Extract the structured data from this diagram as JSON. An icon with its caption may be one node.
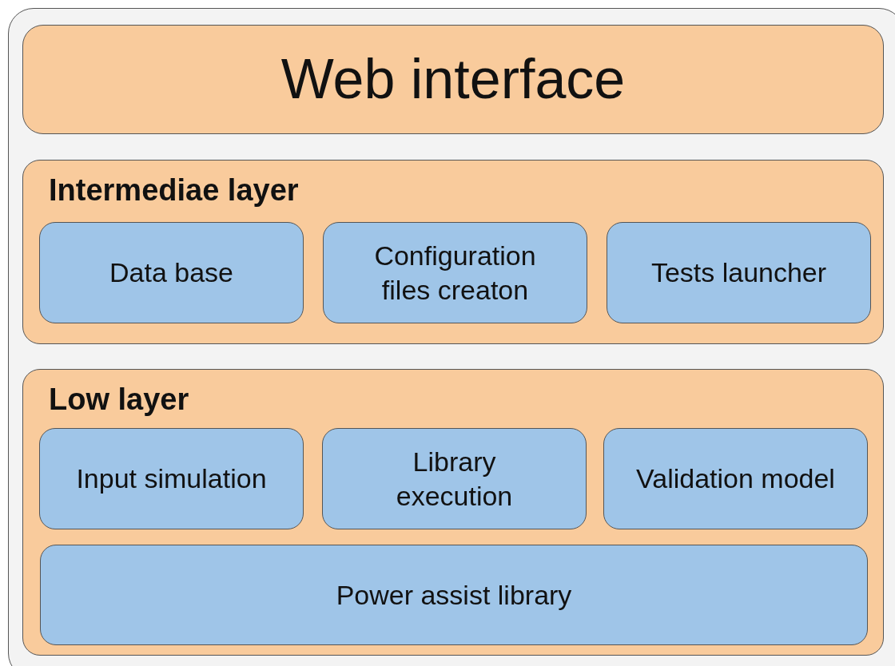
{
  "diagram": {
    "nodes": [
      {
        "text": [],
        "shape": "box"
      },
      {
        "text": [
          "Web interface"
        ],
        "in": 0
      },
      {
        "text": [
          "Intermediae layer"
        ],
        "in": 0
      },
      {
        "text": [
          "Data base"
        ],
        "in": 2
      },
      {
        "text": [
          "Configuration files creaton"
        ],
        "in": 2
      },
      {
        "text": [
          "Tests launcher"
        ],
        "in": 2
      },
      {
        "text": [
          "Low layer"
        ],
        "in": 0
      },
      {
        "text": [
          "Input simulation"
        ],
        "in": 6
      },
      {
        "text": [
          "Library execution"
        ],
        "in": 6
      },
      {
        "text": [
          "Validation model"
        ],
        "in": 6
      },
      {
        "text": [
          "Power assist library"
        ],
        "in": 6
      }
    ]
  }
}
